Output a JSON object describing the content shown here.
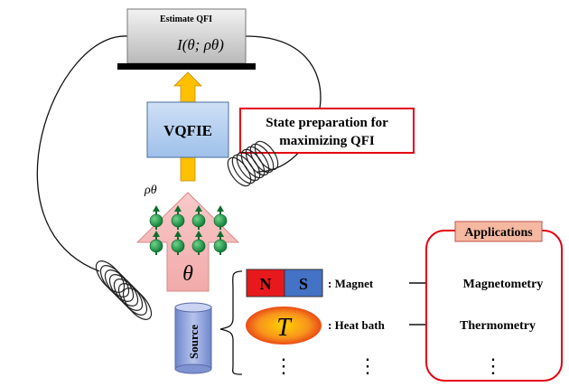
{
  "estimator": {
    "title": "Estimate QFI",
    "formula": "I(θ; ρθ)"
  },
  "vqfie": {
    "label": "VQFIE"
  },
  "state_prep": {
    "line1": "State preparation for",
    "line2": "maximizing QFI"
  },
  "state": {
    "rho_label": "ρθ",
    "theta_label": "θ"
  },
  "source": {
    "label": "Source"
  },
  "sources": {
    "magnet": {
      "n": "N",
      "s": "S",
      "label": ": Magnet"
    },
    "heat_bath": {
      "symbol": "T",
      "label": ": Heat bath"
    },
    "more": "⋮"
  },
  "applications": {
    "title": "Applications",
    "items": [
      "Magnetometry",
      "Thermometry"
    ],
    "more": "⋮"
  },
  "colors": {
    "magnet_n": "#e8191c",
    "magnet_s": "#4472c4",
    "vqfie_fill": "#a9c9ee",
    "arrow_yellow": "#ffc000",
    "state_arrow": "#f4b6b6",
    "spin_green": "#12873c",
    "applications_border": "#e4000f",
    "state_prep_border": "#e4000f",
    "applications_tab": "#f5b8a0"
  }
}
